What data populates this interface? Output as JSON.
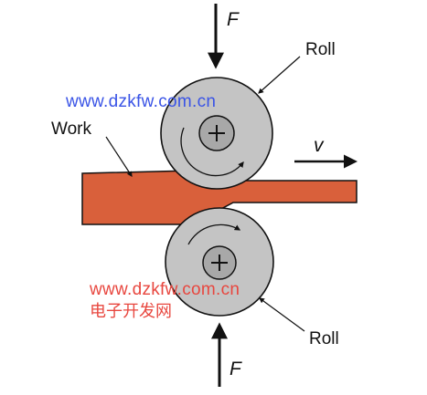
{
  "labels": {
    "force_top": "F",
    "force_bottom": "F",
    "roll_top": "Roll",
    "roll_bottom": "Roll",
    "work": "Work",
    "velocity": "v"
  },
  "watermarks": {
    "url_top": "www.dzkfw.com.cn",
    "url_bottom": "www.dzkfw.com.cn",
    "site_name_cn": "电子开发网"
  },
  "colors": {
    "work_fill": "#d9603b",
    "roll_fill": "#c4c4c4",
    "hub_fill": "#a8a8a8",
    "stroke": "#111111",
    "watermark_url": "#3a54e6",
    "watermark_cn": "#e8473f"
  },
  "icons": {
    "roll_center": "plus-symbol",
    "rotation": "curved-arrow"
  }
}
